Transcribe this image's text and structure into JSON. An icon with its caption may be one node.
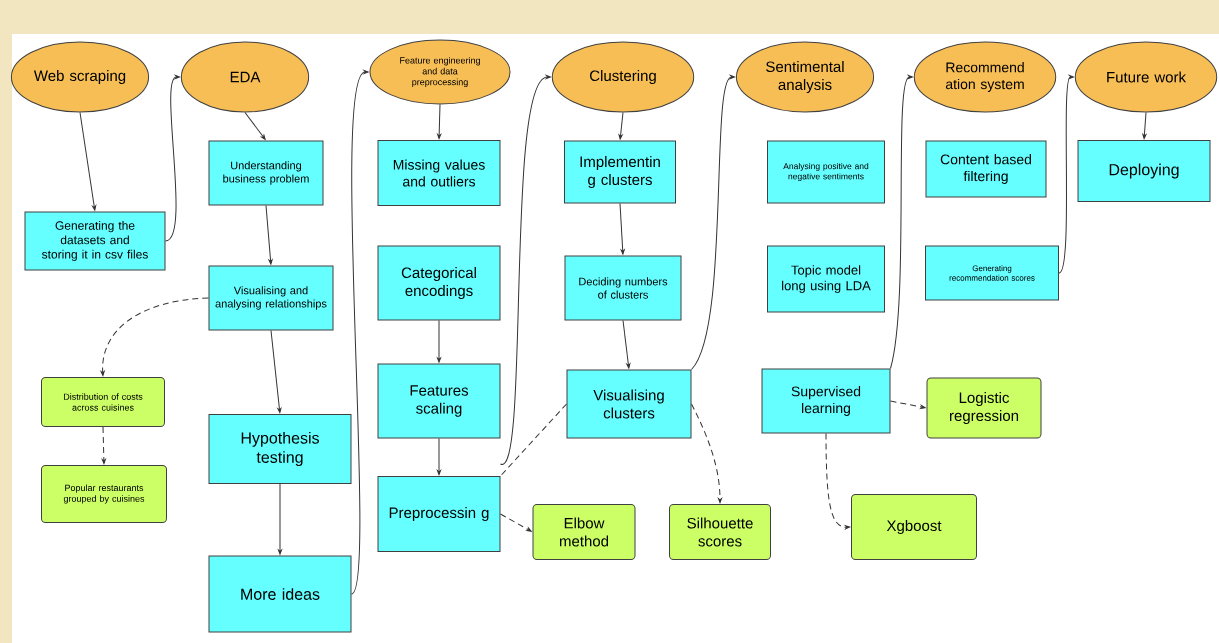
{
  "diagram": {
    "nodes": [
      {
        "text": [
          "Web scraping"
        ]
      },
      {
        "text": [
          "EDA"
        ]
      },
      {
        "text": [
          "Feature engineering and data preprocessing"
        ]
      },
      {
        "text": [
          "Clustering"
        ]
      },
      {
        "text": [
          "Sentimental analysis"
        ]
      },
      {
        "text": [
          "Recommend ation system"
        ]
      },
      {
        "text": [
          "Future work"
        ]
      },
      {
        "text": [
          "Generating the datasets and storing it in csv files"
        ]
      },
      {
        "text": [
          "Understanding business problem"
        ]
      },
      {
        "text": [
          "Visualising and analysing relationships"
        ]
      },
      {
        "text": [
          "Distribution of costs across cuisines"
        ]
      },
      {
        "text": [
          "Popular restaurants grouped by cuisines"
        ]
      },
      {
        "text": [
          "Hypothesis testing"
        ]
      },
      {
        "text": [
          "More ideas"
        ]
      },
      {
        "text": [
          "Missing values and outliers"
        ]
      },
      {
        "text": [
          "Categorical encodings"
        ]
      },
      {
        "text": [
          "Features scaling"
        ]
      },
      {
        "text": [
          "Preprocessin g"
        ]
      },
      {
        "text": [
          "Elbow method"
        ]
      },
      {
        "text": [
          "Implementin g clusters"
        ]
      },
      {
        "text": [
          "Deciding numbers of clusters"
        ]
      },
      {
        "text": [
          "Visualising clusters"
        ]
      },
      {
        "text": [
          "Silhouette scores"
        ]
      },
      {
        "text": [
          "Analysing positive and negative sentiments"
        ]
      },
      {
        "text": [
          "Topic model long using LDA"
        ]
      },
      {
        "text": [
          "Supervised learning"
        ]
      },
      {
        "text": [
          "Logistic regression"
        ]
      },
      {
        "text": [
          "Content based filtering"
        ]
      },
      {
        "text": [
          "Generating recommendation scores"
        ]
      },
      {
        "text": [
          "Deploying"
        ]
      },
      {
        "text": [
          "Xgboost"
        ]
      }
    ],
    "edges": [
      {
        "from": 0,
        "to": 7,
        "arrow": "to"
      },
      {
        "from": 7,
        "to": 1,
        "arrow": "to"
      },
      {
        "from": 1,
        "to": 8,
        "arrow": "to"
      },
      {
        "from": 8,
        "to": 9,
        "arrow": "to"
      },
      {
        "from": 9,
        "to": 10,
        "arrow": "to",
        "style": "dashed"
      },
      {
        "from": 10,
        "to": 11,
        "arrow": "to",
        "style": "dashed"
      },
      {
        "from": 9,
        "to": 12,
        "arrow": "to"
      },
      {
        "from": 12,
        "to": 13,
        "arrow": "to"
      },
      {
        "from": 13,
        "to": 2,
        "arrow": "to"
      },
      {
        "from": 2,
        "to": 14,
        "arrow": "to"
      },
      {
        "from": 15,
        "to": 16,
        "arrow": "to"
      },
      {
        "from": 16,
        "to": 17,
        "arrow": "to"
      },
      {
        "from": 17,
        "to": 18,
        "arrow": "to",
        "style": "dashed"
      },
      {
        "from": 17,
        "to": 3,
        "arrow": "to"
      },
      {
        "from": 3,
        "to": 19,
        "arrow": "to"
      },
      {
        "from": 19,
        "to": 20,
        "arrow": "to"
      },
      {
        "from": 20,
        "to": 21,
        "arrow": "to"
      },
      {
        "from": 21,
        "to": 17,
        "arrow": "none",
        "style": "dashed"
      },
      {
        "from": 21,
        "to": 22,
        "arrow": "to",
        "style": "dashed"
      },
      {
        "from": 21,
        "to": 4,
        "arrow": "to"
      },
      {
        "from": 25,
        "to": 26,
        "arrow": "to",
        "style": "dashed"
      },
      {
        "from": 25,
        "to": 30,
        "arrow": "to",
        "style": "dashed"
      },
      {
        "from": 25,
        "to": 5,
        "arrow": "to"
      },
      {
        "from": 28,
        "to": 6,
        "arrow": "to"
      },
      {
        "from": 6,
        "to": 29,
        "arrow": "to"
      }
    ]
  }
}
